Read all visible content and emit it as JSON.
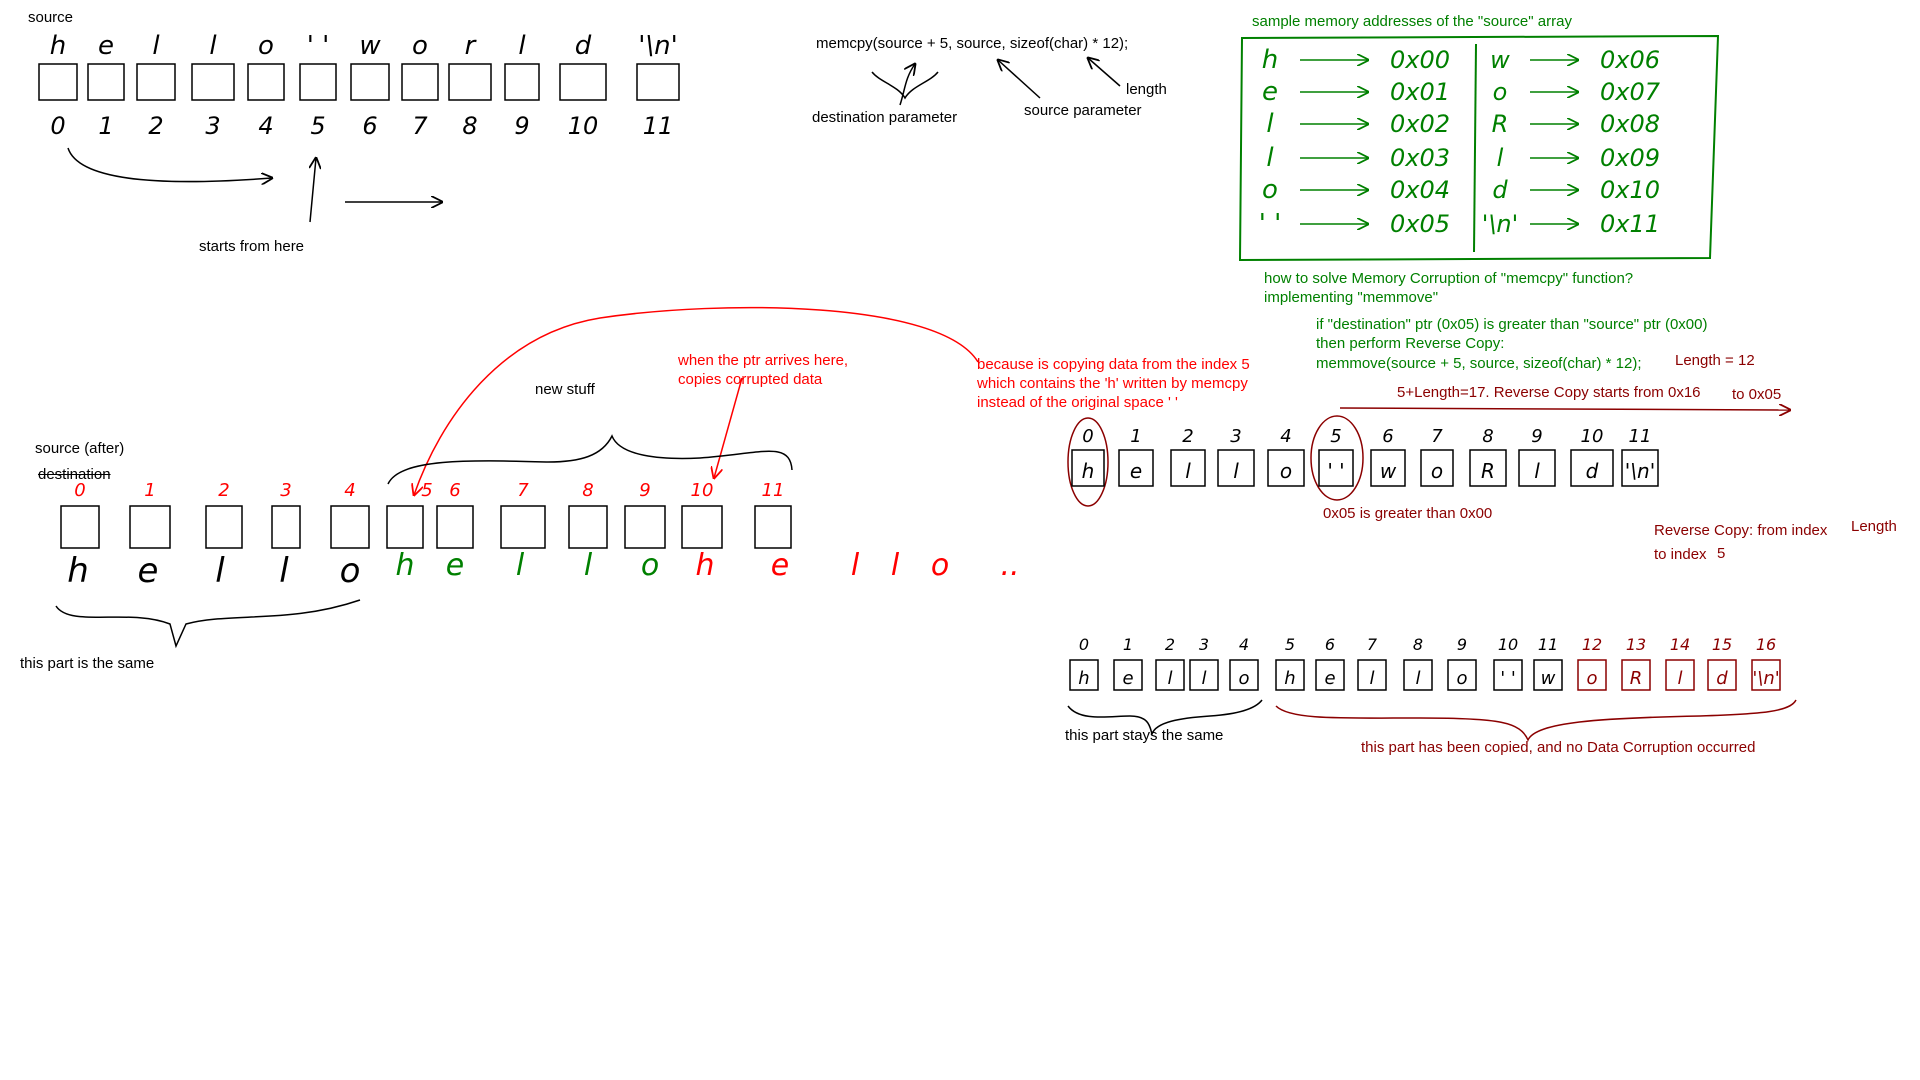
{
  "texts": {
    "source": "source",
    "memcpy_call": "memcpy(source + 5, source, sizeof(char) * 12);",
    "length_label": "length",
    "dest_param": "destination parameter",
    "source_param": "source parameter",
    "starts_here": "starts from here",
    "addr_title": "sample memory addresses of the \"source\" array",
    "solve_q": "how to solve Memory Corruption of \"memcpy\" function?",
    "implementing": "implementing \"memmove\"",
    "if_dest": "if \"destination\" ptr (0x05) is greater than \"source\" ptr (0x00)",
    "then_reverse": "then perform Reverse Copy:",
    "memmove_call": "memmove(source + 5, source, sizeof(char) * 12);",
    "length_eq": "Length = 12",
    "ptr_arrives_1": "when the ptr arrives here,",
    "ptr_arrives_2": "copies corrupted data",
    "because_1": "because is copying data from the index 5",
    "because_2": "which contains the 'h' written by memcpy",
    "because_3": "instead of the original space ' '",
    "new_stuff": "new stuff",
    "source_after": "source (after)",
    "destination": "destination",
    "same_part": "this part is the same",
    "five_plus": "5+Length=17. Reverse Copy starts from 0x16",
    "to_0x05": "to 0x05",
    "greater": "0x05 is greater than 0x00",
    "reverse_from": "Reverse Copy: from index",
    "length_word": "Length",
    "to_index": "to index",
    "index5": "5",
    "stays_same": "this part stays the same",
    "copied_part": "this part has been copied, and no Data Corruption occurred"
  },
  "arrays": {
    "source_chars": [
      "h",
      "e",
      "l",
      "l",
      "o",
      "' '",
      "w",
      "o",
      "r",
      "l",
      "d",
      "'\\n'"
    ],
    "source_indices": [
      "0",
      "1",
      "2",
      "3",
      "4",
      "5",
      "6",
      "7",
      "8",
      "9",
      "10",
      "11"
    ],
    "after_indices": [
      "0",
      "1",
      "2",
      "3",
      "4",
      "5",
      "6",
      "7",
      "8",
      "9",
      "10",
      "11"
    ],
    "after_chars_black": [
      "h",
      "e",
      "l",
      "l",
      "o"
    ],
    "after_chars_green": [
      "h",
      "e",
      "l",
      "l",
      "o"
    ],
    "after_chars_red": [
      "h",
      "e",
      "l",
      "l",
      "o",
      ".."
    ],
    "rev_chars": [
      "h",
      "e",
      "l",
      "l",
      "o",
      "' '",
      "w",
      "o",
      "R",
      "l",
      "d",
      "'\\n'"
    ],
    "rev_indices": [
      "0",
      "1",
      "2",
      "3",
      "4",
      "5",
      "6",
      "7",
      "8",
      "9",
      "10",
      "11"
    ],
    "final_chars": [
      "h",
      "e",
      "l",
      "l",
      "o",
      "h",
      "e",
      "l",
      "l",
      "o",
      "' '",
      "w",
      "o",
      "R",
      "l",
      "d",
      "'\\n'"
    ],
    "final_indices": [
      "0",
      "1",
      "2",
      "3",
      "4",
      "5",
      "6",
      "7",
      "8",
      "9",
      "10",
      "11",
      "12",
      "13",
      "14",
      "15",
      "16"
    ]
  },
  "address_table": {
    "left": [
      {
        "char": "h",
        "addr": "0x00"
      },
      {
        "char": "e",
        "addr": "0x01"
      },
      {
        "char": "l",
        "addr": "0x02"
      },
      {
        "char": "l",
        "addr": "0x03"
      },
      {
        "char": "o",
        "addr": "0x04"
      },
      {
        "char": "' '",
        "addr": "0x05"
      }
    ],
    "right": [
      {
        "char": "w",
        "addr": "0x06"
      },
      {
        "char": "o",
        "addr": "0x07"
      },
      {
        "char": "R",
        "addr": "0x08"
      },
      {
        "char": "l",
        "addr": "0x09"
      },
      {
        "char": "d",
        "addr": "0x10"
      },
      {
        "char": "'\\n'",
        "addr": "0x11"
      }
    ]
  },
  "colors": {
    "black": "#000000",
    "red": "#ff0000",
    "green": "#008000",
    "dark_red": "#8b0000"
  }
}
